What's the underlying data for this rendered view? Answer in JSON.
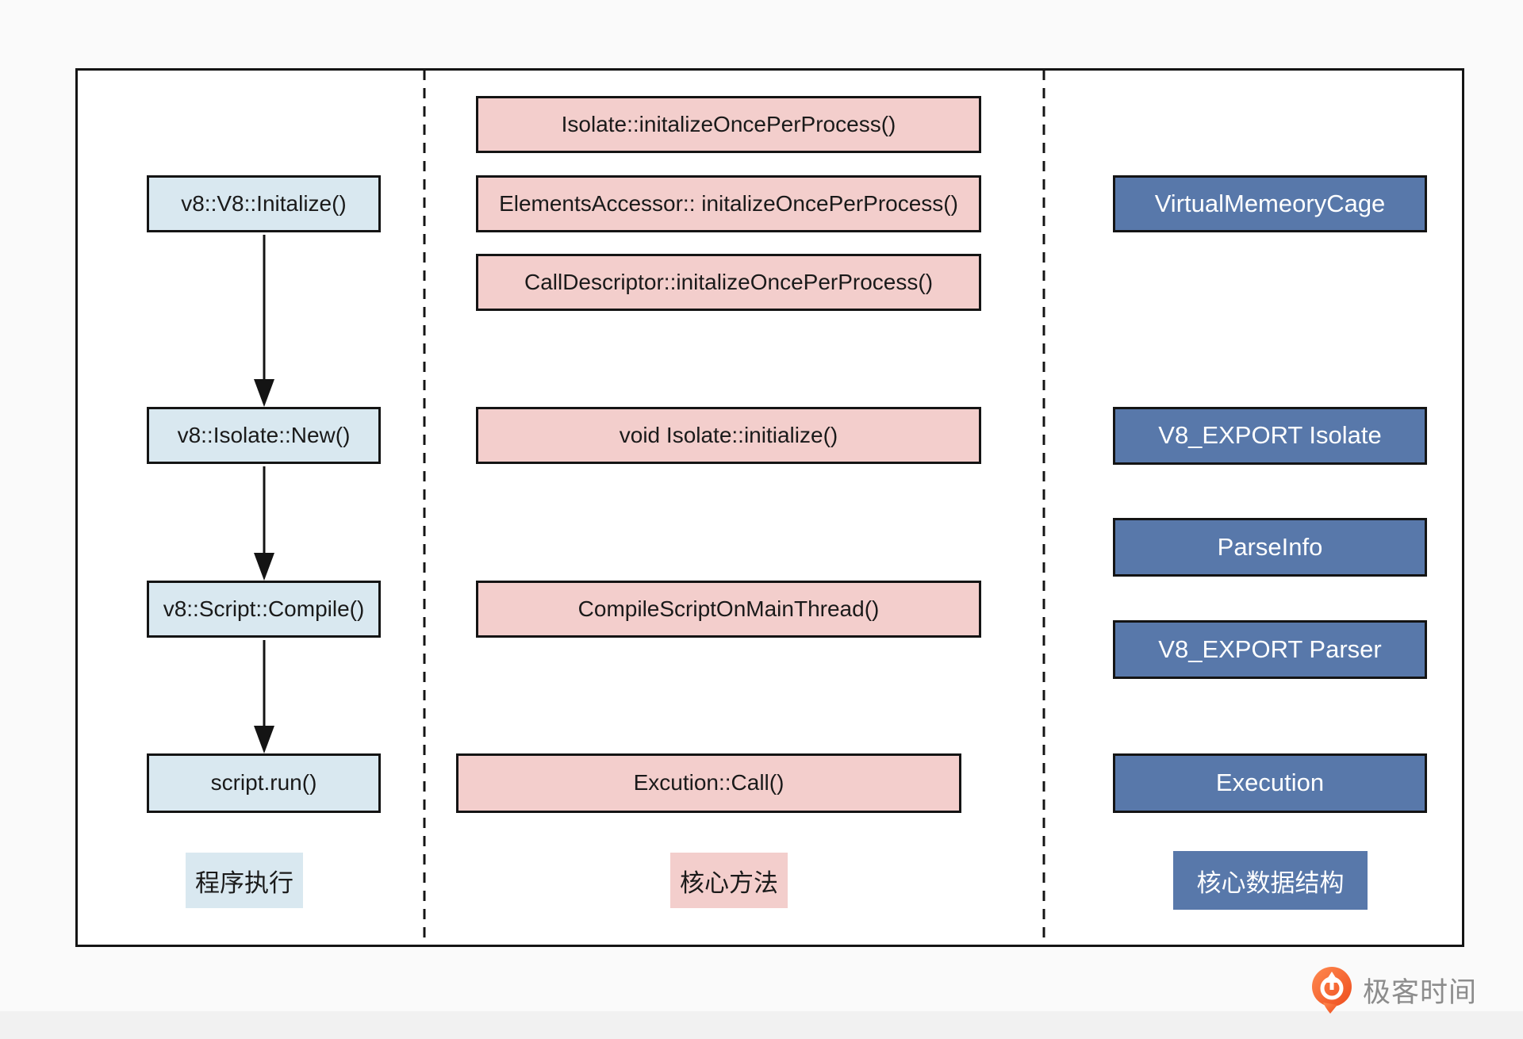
{
  "colors": {
    "canvas-bg": "#fafafa",
    "panel-bg": "#ffffff",
    "ink": "#141414",
    "flow-fill": "#d9e8f0",
    "method-fill": "#f3cecc",
    "struct-fill": "#5878aa",
    "struct-text": "#ffffff",
    "footer-band": "#f1f1f1",
    "brand-gray": "#8c8c8c",
    "brand-orange-light": "#ff8a50",
    "brand-orange-dark": "#ee4d1e"
  },
  "diagram": {
    "program_flow": {
      "caption": "程序执行",
      "steps": [
        "v8::V8::Initalize()",
        "v8::Isolate::New()",
        "v8::Script::Compile()",
        "script.run()"
      ]
    },
    "core_methods": {
      "caption": "核心方法",
      "items": [
        "Isolate::initalizeOncePerProcess()",
        "ElementsAccessor:: initalizeOncePerProcess()",
        "CallDescriptor::initalizeOncePerProcess()",
        "void Isolate::initialize()",
        "CompileScriptOnMainThread()",
        "Excution::Call()"
      ]
    },
    "core_structures": {
      "caption": "核心数据结构",
      "items": [
        "VirtualMemeoryCage",
        "V8_EXPORT Isolate",
        "ParseInfo",
        "V8_EXPORT Parser",
        "Execution"
      ]
    }
  },
  "footer": {
    "brand_text": "极客时间"
  }
}
